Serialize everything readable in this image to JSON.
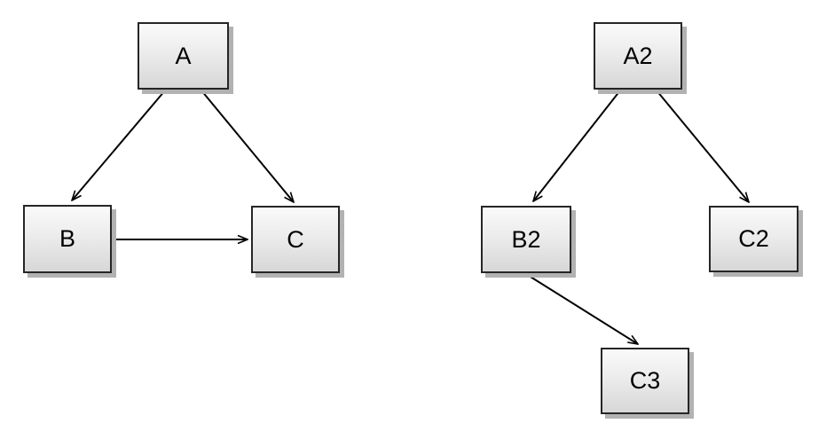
{
  "colors": {
    "background": "#ffffff",
    "node_fill_top": "#fafafa",
    "node_fill_bottom": "#d7d7d7",
    "node_border": "#262626",
    "node_shadow": "#b2b2b2",
    "edge_stroke": "#000000",
    "text": "#000000"
  },
  "diagrams": [
    {
      "name": "left-graph",
      "nodes": [
        {
          "id": "A",
          "label": "A"
        },
        {
          "id": "B",
          "label": "B"
        },
        {
          "id": "C",
          "label": "C"
        }
      ],
      "edges": [
        {
          "from": "A",
          "to": "B",
          "arrow": "open-v"
        },
        {
          "from": "A",
          "to": "C",
          "arrow": "open-v"
        },
        {
          "from": "B",
          "to": "C",
          "arrow": "open-v"
        }
      ]
    },
    {
      "name": "right-graph",
      "nodes": [
        {
          "id": "A2",
          "label": "A2"
        },
        {
          "id": "B2",
          "label": "B2"
        },
        {
          "id": "C2",
          "label": "C2"
        },
        {
          "id": "C3",
          "label": "C3"
        }
      ],
      "edges": [
        {
          "from": "A2",
          "to": "B2",
          "arrow": "open-v"
        },
        {
          "from": "A2",
          "to": "C2",
          "arrow": "open-v"
        },
        {
          "from": "B2",
          "to": "C3",
          "arrow": "open-v"
        }
      ]
    }
  ]
}
